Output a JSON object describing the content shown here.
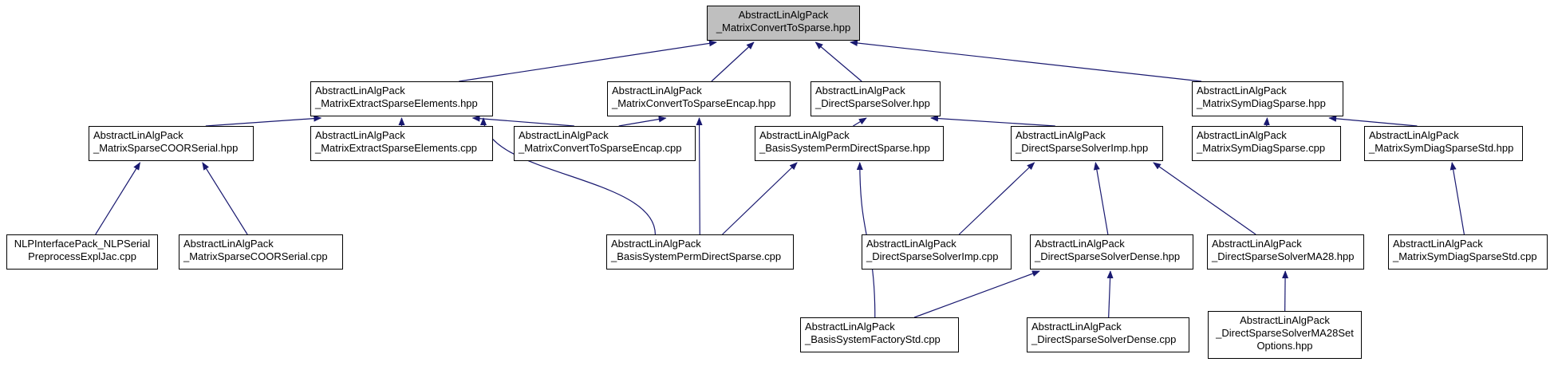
{
  "colors": {
    "edge": "#191970",
    "root_fill": "#bfbfbf",
    "node_fill": "#ffffff",
    "border": "#000000"
  },
  "nodes": {
    "root": {
      "line1": "AbstractLinAlgPack",
      "line2": "_MatrixConvertToSparse.hpp"
    },
    "extract_hpp": {
      "line1": "AbstractLinAlgPack",
      "line2": "_MatrixExtractSparseElements.hpp"
    },
    "encap_hpp": {
      "line1": "AbstractLinAlgPack",
      "line2": "_MatrixConvertToSparseEncap.hpp"
    },
    "direct_hpp": {
      "line1": "AbstractLinAlgPack",
      "line2": "_DirectSparseSolver.hpp"
    },
    "symdiag_hpp": {
      "line1": "AbstractLinAlgPack",
      "line2": "_MatrixSymDiagSparse.hpp"
    },
    "coor_hpp": {
      "line1": "AbstractLinAlgPack",
      "line2": "_MatrixSparseCOORSerial.hpp"
    },
    "extract_cpp": {
      "line1": "AbstractLinAlgPack",
      "line2": "_MatrixExtractSparseElements.cpp"
    },
    "encap_cpp": {
      "line1": "AbstractLinAlgPack",
      "line2": "_MatrixConvertToSparseEncap.cpp"
    },
    "permdirect_hpp": {
      "line1": "AbstractLinAlgPack",
      "line2": "_BasisSystemPermDirectSparse.hpp"
    },
    "solverimp_hpp": {
      "line1": "AbstractLinAlgPack",
      "line2": "_DirectSparseSolverImp.hpp"
    },
    "symdiag_cpp": {
      "line1": "AbstractLinAlgPack",
      "line2": "_MatrixSymDiagSparse.cpp"
    },
    "symdiagstd_hpp": {
      "line1": "AbstractLinAlgPack",
      "line2": "_MatrixSymDiagSparseStd.hpp"
    },
    "nlp_cpp": {
      "line1": "NLPInterfacePack_NLPSerial",
      "line2": "PreprocessExplJac.cpp"
    },
    "coor_cpp": {
      "line1": "AbstractLinAlgPack",
      "line2": "_MatrixSparseCOORSerial.cpp"
    },
    "permdirect_cpp": {
      "line1": "AbstractLinAlgPack",
      "line2": "_BasisSystemPermDirectSparse.cpp"
    },
    "solverimp_cpp": {
      "line1": "AbstractLinAlgPack",
      "line2": "_DirectSparseSolverImp.cpp"
    },
    "dense_hpp": {
      "line1": "AbstractLinAlgPack",
      "line2": "_DirectSparseSolverDense.hpp"
    },
    "ma28_hpp": {
      "line1": "AbstractLinAlgPack",
      "line2": "_DirectSparseSolverMA28.hpp"
    },
    "symdiagstd_cpp": {
      "line1": "AbstractLinAlgPack",
      "line2": "_MatrixSymDiagSparseStd.cpp"
    },
    "factory_cpp": {
      "line1": "AbstractLinAlgPack",
      "line2": "_BasisSystemFactoryStd.cpp"
    },
    "dense_cpp": {
      "line1": "AbstractLinAlgPack",
      "line2": "_DirectSparseSolverDense.cpp"
    },
    "ma28set_hpp": {
      "line1": "AbstractLinAlgPack",
      "line2": "_DirectSparseSolverMA28Set",
      "line3": "Options.hpp"
    }
  },
  "edges": [
    [
      "extract_hpp",
      "root"
    ],
    [
      "encap_hpp",
      "root"
    ],
    [
      "direct_hpp",
      "root"
    ],
    [
      "symdiag_hpp",
      "root"
    ],
    [
      "coor_hpp",
      "extract_hpp"
    ],
    [
      "extract_cpp",
      "extract_hpp"
    ],
    [
      "encap_cpp",
      "extract_hpp"
    ],
    [
      "permdirect_cpp",
      "extract_hpp"
    ],
    [
      "encap_cpp",
      "encap_hpp"
    ],
    [
      "permdirect_cpp",
      "encap_hpp"
    ],
    [
      "permdirect_hpp",
      "direct_hpp"
    ],
    [
      "solverimp_hpp",
      "direct_hpp"
    ],
    [
      "symdiag_cpp",
      "symdiag_hpp"
    ],
    [
      "symdiagstd_hpp",
      "symdiag_hpp"
    ],
    [
      "nlp_cpp",
      "coor_hpp"
    ],
    [
      "coor_cpp",
      "coor_hpp"
    ],
    [
      "permdirect_cpp",
      "permdirect_hpp"
    ],
    [
      "factory_cpp",
      "permdirect_hpp"
    ],
    [
      "solverimp_cpp",
      "solverimp_hpp"
    ],
    [
      "dense_hpp",
      "solverimp_hpp"
    ],
    [
      "ma28_hpp",
      "solverimp_hpp"
    ],
    [
      "factory_cpp",
      "dense_hpp"
    ],
    [
      "dense_cpp",
      "dense_hpp"
    ],
    [
      "ma28set_hpp",
      "ma28_hpp"
    ],
    [
      "symdiagstd_cpp",
      "symdiagstd_hpp"
    ]
  ]
}
